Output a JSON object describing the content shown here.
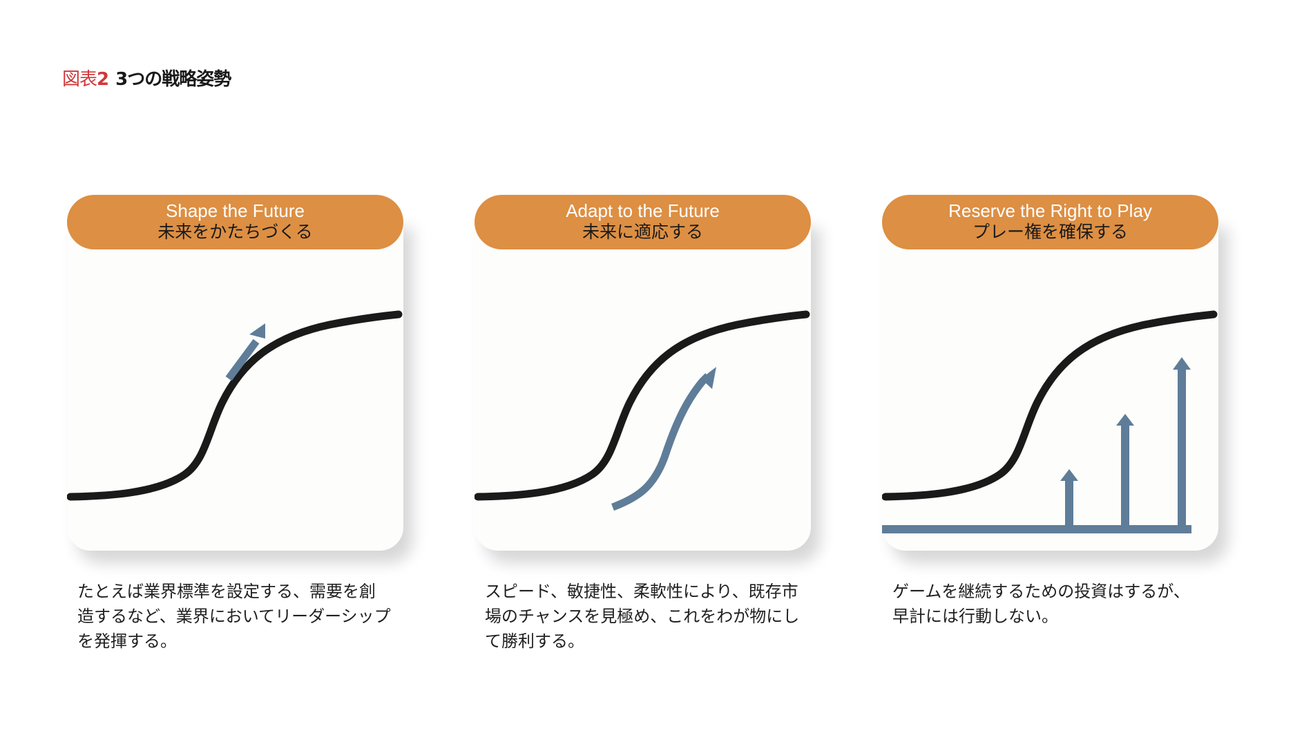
{
  "figure": {
    "label": "図表",
    "number": "2",
    "title": "3つの戦略姿勢"
  },
  "colors": {
    "pill": "#dd8f43",
    "arrow": "#5f7d98",
    "curve": "#1a1a1a",
    "figure_label": "#d2373a"
  },
  "postures": [
    {
      "title_en": "Shape the Future",
      "title_ja": "未来をかたちづくる",
      "arrow_type": "straight-diagonal-arrow",
      "description_lines": [
        "たとえば業界標準を設定する、需要を創",
        "造するなど、業界においてリーダーシップ",
        "を発揮する。"
      ]
    },
    {
      "title_en": "Adapt to the Future",
      "title_ja": "未来に適応する",
      "arrow_type": "curve-following-arrow",
      "description_lines": [
        "スピード、敏捷性、柔軟性により、既存市",
        "場のチャンスを見極め、これをわが物にし",
        "て勝利する。"
      ]
    },
    {
      "title_en": "Reserve the Right to Play",
      "title_ja": "プレー権を確保する",
      "arrow_type": "stepped-vertical-arrows",
      "description_lines": [
        "ゲームを継続するための投資はするが、",
        "早計には行動しない。"
      ]
    }
  ]
}
